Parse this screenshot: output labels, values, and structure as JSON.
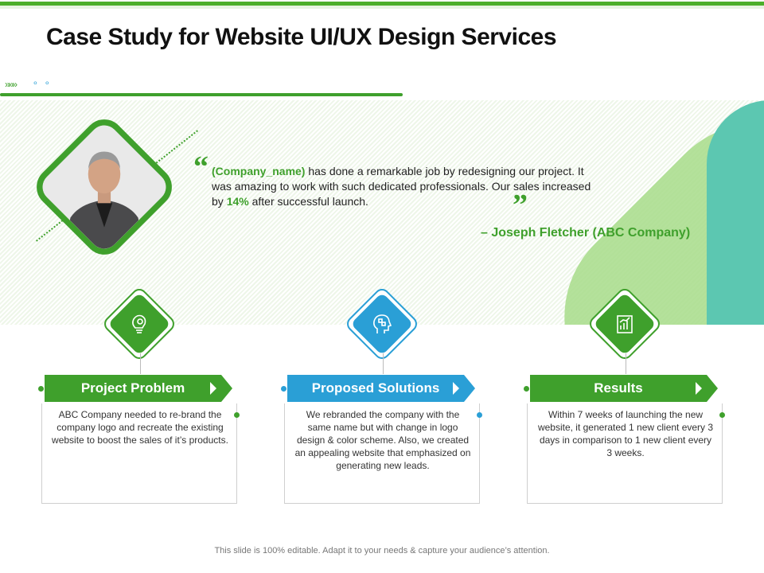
{
  "slide": {
    "title": "Case Study for Website UI/UX Design Services",
    "footer": "This slide is 100% editable. Adapt it to your needs & capture your audience’s attention."
  },
  "testimonial": {
    "quote_parts": {
      "company": "(Company_name)",
      "text1": " has done a remarkable job by redesigning our project. It was amazing to work with such dedicated professionals. Our sales increased by ",
      "percent": "14%",
      "text2": " after successful launch."
    },
    "author": "– Joseph Fletcher (ABC Company)"
  },
  "sections": [
    {
      "label": "Project Problem",
      "icon": "lightbulb-gear-icon",
      "color": "#3fa02c",
      "text": "ABC Company needed to re-brand the company logo and recreate the existing website to boost the sales of it’s products."
    },
    {
      "label": "Proposed Solutions",
      "icon": "head-puzzle-icon",
      "color": "#2a9fd6",
      "text": "We rebranded the company with the same name but with change in logo design & color scheme. Also, we created an appealing website that emphasized on generating new leads."
    },
    {
      "label": "Results",
      "icon": "report-chart-icon",
      "color": "#3fa02c",
      "text": "Within 7 weeks of launching the new website, it generated 1 new client every 3 days in comparison to 1 new client every 3 weeks."
    }
  ],
  "colors": {
    "green": "#3fa02c",
    "blue": "#2a9fd6",
    "teal": "#5cc7b1",
    "light_green": "#a7dc8a"
  }
}
